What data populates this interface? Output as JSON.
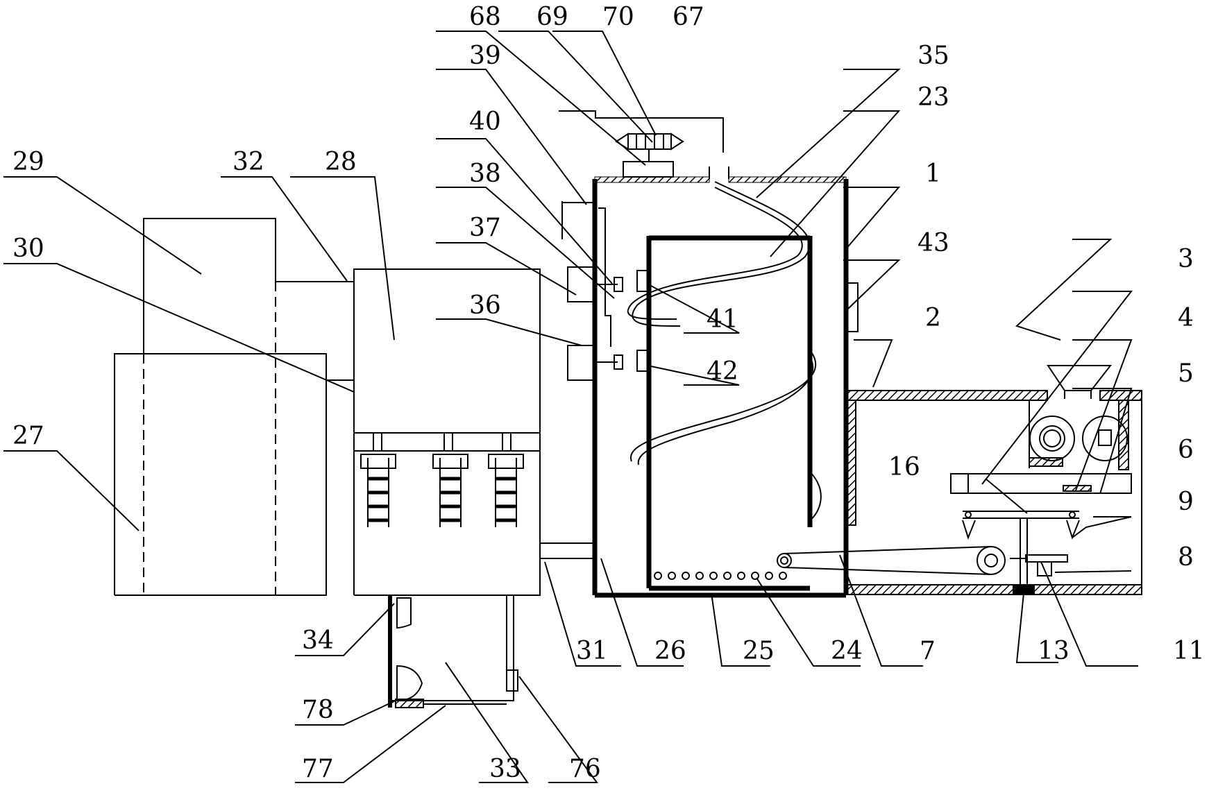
{
  "figure": {
    "reference_numerals": {
      "n1": "1",
      "n2": "2",
      "n3": "3",
      "n4": "4",
      "n5": "5",
      "n6": "6",
      "n7": "7",
      "n8": "8",
      "n9": "9",
      "n11": "11",
      "n13": "13",
      "n16": "16",
      "n23": "23",
      "n24": "24",
      "n25": "25",
      "n26": "26",
      "n27": "27",
      "n28": "28",
      "n29": "29",
      "n30": "30",
      "n31": "31",
      "n32": "32",
      "n33": "33",
      "n34": "34",
      "n35": "35",
      "n36": "36",
      "n37": "37",
      "n38": "38",
      "n39": "39",
      "n40": "40",
      "n41": "41",
      "n42": "42",
      "n43": "43",
      "n67": "67",
      "n68": "68",
      "n69": "69",
      "n70": "70",
      "n76": "76",
      "n77": "77",
      "n78": "78"
    }
  }
}
